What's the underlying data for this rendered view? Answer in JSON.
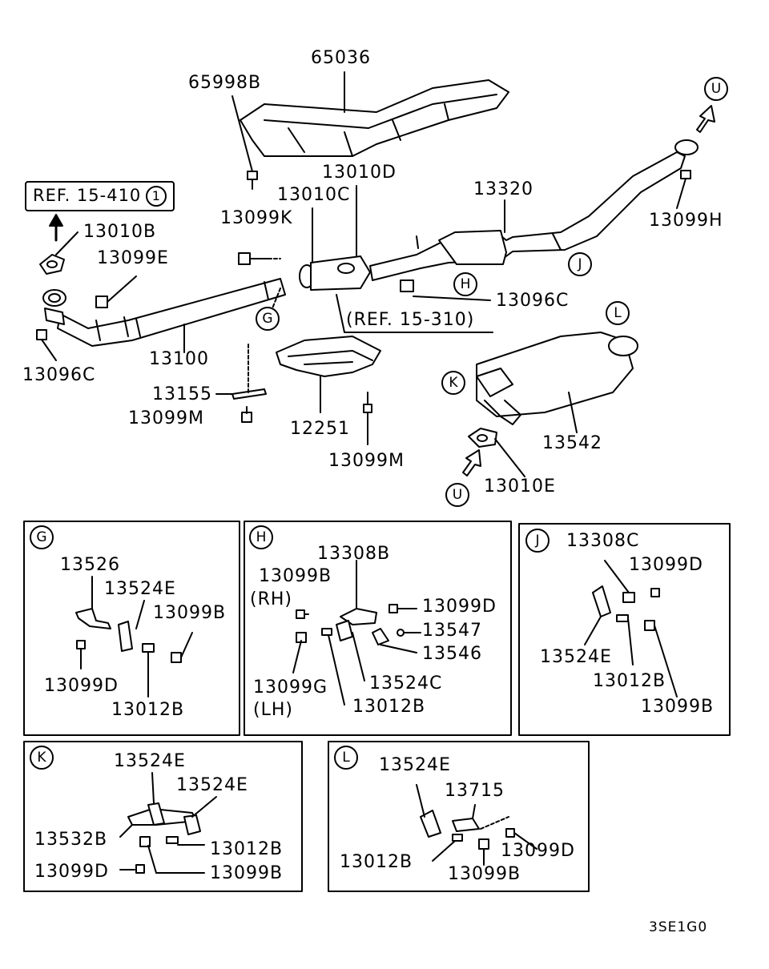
{
  "diagram": {
    "ref_top": "REF. 15-410",
    "ref_top_circle": "1",
    "ref_mid": "(REF. 15-310)",
    "drawing_code": "3SE1G0",
    "main_labels": {
      "p65036": "65036",
      "p65998B": "65998B",
      "p13010D": "13010D",
      "p13010C": "13010C",
      "p13320": "13320",
      "p13099H": "13099H",
      "p13010B": "13010B",
      "p13099K": "13099K",
      "p13099E": "13099E",
      "p13096C_right": "13096C",
      "p13096C_left": "13096C",
      "p13100": "13100",
      "p13155": "13155",
      "p13099M_left": "13099M",
      "p12251": "12251",
      "p13099M_mid": "13099M",
      "p13542": "13542",
      "p13010E": "13010E"
    },
    "circle_markers": {
      "u_top": "U",
      "j_main": "J",
      "h_main": "H",
      "g_main": "G",
      "l_main": "L",
      "k_main": "K",
      "u_bottom": "U"
    },
    "insets": {
      "G": {
        "marker": "G",
        "labels": [
          "13526",
          "13524E",
          "13099B",
          "13099D",
          "13012B"
        ]
      },
      "H": {
        "marker": "H",
        "labels": [
          "13308B",
          "13099B",
          "(RH)",
          "13099D",
          "13547",
          "13546",
          "13524C",
          "13099G",
          "(LH)",
          "13012B"
        ]
      },
      "J": {
        "marker": "J",
        "labels": [
          "13308C",
          "13099D",
          "13524E",
          "13012B",
          "13099B"
        ]
      },
      "K": {
        "marker": "K",
        "labels": [
          "13524E",
          "13524E",
          "13532B",
          "13012B",
          "13099D",
          "13099B"
        ]
      },
      "L": {
        "marker": "L",
        "labels": [
          "13524E",
          "13715",
          "13012B",
          "13099D",
          "13099B"
        ]
      }
    }
  }
}
